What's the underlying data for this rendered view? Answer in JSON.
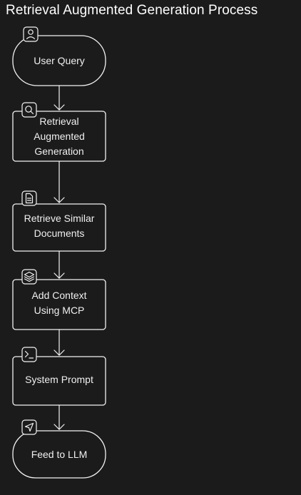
{
  "title": "Retrieval Augmented Generation Process",
  "colors": {
    "background": "#1b1b1b",
    "stroke": "#f2f2f2",
    "text": "#f0f0f0"
  },
  "steps": [
    {
      "id": "user-query",
      "label": "User Query",
      "shape": "rounded",
      "icon": "user-icon"
    },
    {
      "id": "rag",
      "label": "Retrieval\nAugmented\nGeneration",
      "shape": "rect",
      "icon": "search-icon"
    },
    {
      "id": "retrieve",
      "label": "Retrieve Similar\nDocuments",
      "shape": "rect",
      "icon": "document-icon"
    },
    {
      "id": "add-context",
      "label": "Add Context\nUsing MCP",
      "shape": "rect",
      "icon": "layers-icon"
    },
    {
      "id": "system-prompt",
      "label": "System Prompt",
      "shape": "rect",
      "icon": "terminal-icon"
    },
    {
      "id": "feed-llm",
      "label": "Feed to LLM",
      "shape": "rounded",
      "icon": "send-icon"
    }
  ]
}
